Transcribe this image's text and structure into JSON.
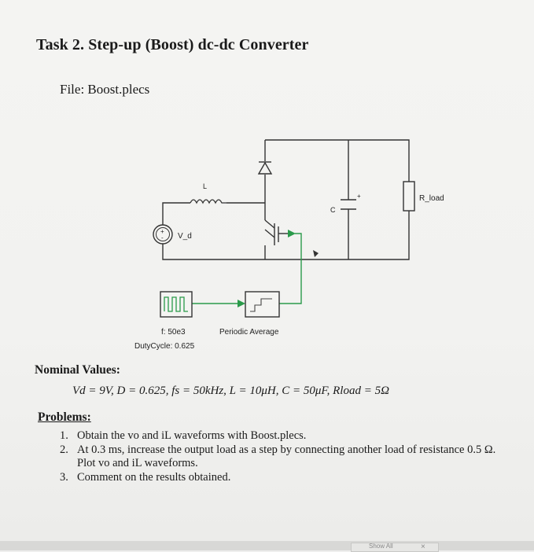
{
  "document": {
    "title": "Task 2. Step-up (Boost) dc-dc Converter",
    "file_line": "File: Boost.plecs"
  },
  "circuit": {
    "labels": {
      "inductor": "L",
      "capacitor": "C",
      "load": "R_load",
      "source": "V_d",
      "freq": "f: 50e3",
      "duty": "DutyCycle:  0.625",
      "periodic_average": "Periodic Average"
    }
  },
  "nominal": {
    "heading": "Nominal Values:",
    "equation": "Vd = 9V, D = 0.625, fs = 50kHz, L = 10μH, C = 50μF, Rload = 5Ω"
  },
  "problems": {
    "heading": "Problems:",
    "items": [
      {
        "num": "1.",
        "text": "Obtain the vo and iL waveforms with Boost.plecs."
      },
      {
        "num": "2.",
        "text": "At 0.3 ms, increase the output load as a step by connecting another load of resistance 0.5 Ω. Plot vo and iL waveforms."
      },
      {
        "num": "3.",
        "text": "Comment on the results obtained."
      }
    ]
  },
  "footer": {
    "show_all": "Show All",
    "close": "×"
  }
}
